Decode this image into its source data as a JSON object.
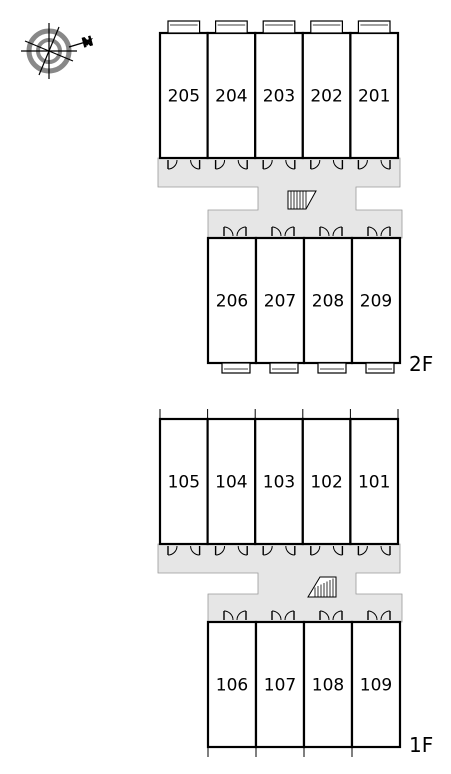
{
  "compass": {
    "label": "N"
  },
  "floors": [
    {
      "label": "2F",
      "row_a": [
        "205",
        "204",
        "203",
        "202",
        "201"
      ],
      "row_b": [
        "206",
        "207",
        "208",
        "209"
      ]
    },
    {
      "label": "1F",
      "row_a": [
        "105",
        "104",
        "103",
        "102",
        "101"
      ],
      "row_b": [
        "106",
        "107",
        "108",
        "109"
      ]
    }
  ],
  "colors": {
    "corridor": "#e6e6e6",
    "wall": "#000000",
    "unit_fill": "#ffffff"
  }
}
